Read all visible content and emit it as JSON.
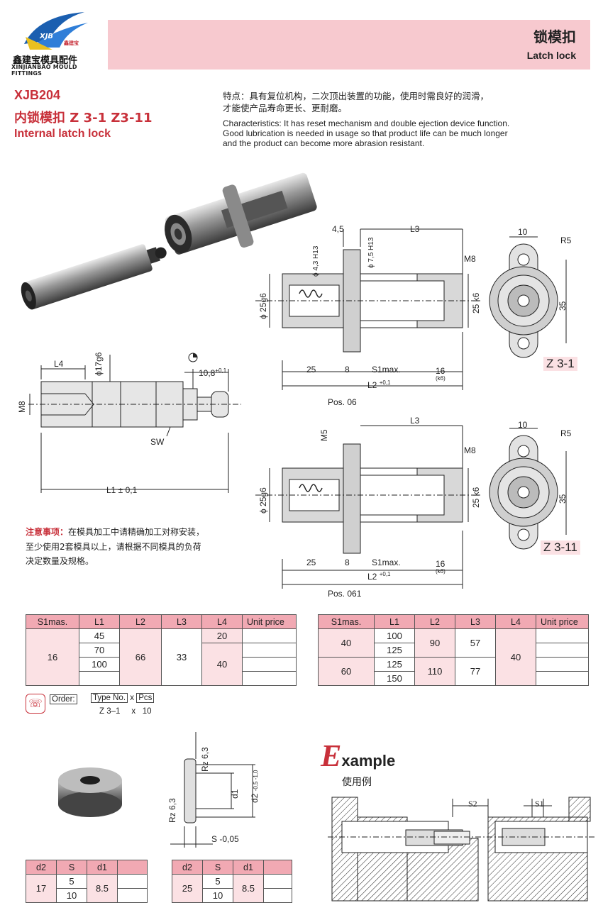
{
  "header": {
    "logo_badge": "XJB",
    "logo_small": "鑫建宝",
    "company_cn": "鑫建宝模具配件",
    "company_en": "XINJIANBAO MOULD FITTINGS",
    "title_cn": "锁模扣",
    "title_en": "Latch lock"
  },
  "product": {
    "code": "XJB204",
    "name_cn": "内锁模扣  Z 3-1  Z3-11",
    "name_en": "Internal latch lock"
  },
  "features": {
    "cn_line1": "特点：具有复位机构，二次顶出装置的功能，使用时需良好的润滑，",
    "cn_line2": "才能使产品寿命更长、更耐磨。",
    "en_line1": "Characteristics: It has reset mechanism and double ejection device function.",
    "en_line2": "Good lubrication is needed in usage so that product life can be much longer",
    "en_line3": "and the product can become more abrasion resistant."
  },
  "drawing": {
    "l4": "L4",
    "phi17": "ϕ17g6",
    "m8": "M8",
    "sw": "SW",
    "l1": "L1 ± 0,1",
    "dim108": "10,8",
    "dim108tol": "+0,1",
    "dim45": "4,5",
    "l3": "L3",
    "phi43": "ϕ 4,3 H13",
    "phi75": "ϕ 7,5 H13",
    "m8b": "M8",
    "phi25": "ϕ 25g6",
    "d25k6": "25 k6",
    "d25": "25",
    "d8": "8",
    "s1max": "S1max.",
    "d16": "16",
    "k6": "(k6)",
    "l2": "L2",
    "l2tol": "+0,1",
    "pos06": "Pos. 06",
    "d10": "10",
    "r5": "R5",
    "d35": "35",
    "z31": "Z 3-1",
    "m5": "M5",
    "pos061": "Pos. 061",
    "z311": "Z 3-11"
  },
  "notice": {
    "label": "注意事项：",
    "line1": "在模具加工中请精确加工对称安装，",
    "line2": "至少使用2套模具以上，请根据不同模具的负荷",
    "line3": "决定数量及规格。"
  },
  "table1": {
    "headers": [
      "S1mas.",
      "L1",
      "L2",
      "L3",
      "L4",
      "Unit price"
    ],
    "s1": "16",
    "l1": [
      "45",
      "70",
      "100"
    ],
    "l2": "66",
    "l3": "33",
    "l4": [
      "20",
      "40"
    ]
  },
  "table2": {
    "headers": [
      "S1mas.",
      "L1",
      "L2",
      "L3",
      "L4",
      "Unit price"
    ],
    "rows": [
      {
        "s1": "40",
        "l1": [
          "100",
          "125"
        ],
        "l2": "90",
        "l3": "57"
      },
      {
        "s1": "60",
        "l1": [
          "125",
          "150"
        ],
        "l2": "110",
        "l3": "77"
      }
    ],
    "l4": "40"
  },
  "order": {
    "label": "Order:",
    "type_label": "Type No.",
    "x": "x",
    "pcs": "Pcs",
    "type_val": "Z 3–1",
    "x2": "x",
    "pcs_val": "10"
  },
  "washer": {
    "rz1": "Rz 6,3",
    "rz2": "Rz 6,3",
    "d1": "d1",
    "d2": "d2",
    "d2tol": "-0,5 -1,0",
    "s": "S -0,05"
  },
  "example": {
    "e": "E",
    "rest": "xample",
    "cn": "使用例",
    "s2": "S2",
    "s1": "S1"
  },
  "table3": {
    "headers": [
      "d2",
      "S",
      "d1"
    ],
    "d2": "17",
    "s": [
      "5",
      "10"
    ],
    "d1": "8.5"
  },
  "table4": {
    "headers": [
      "d2",
      "S",
      "d1"
    ],
    "d2": "25",
    "s": [
      "5",
      "10"
    ],
    "d1": "8.5"
  }
}
